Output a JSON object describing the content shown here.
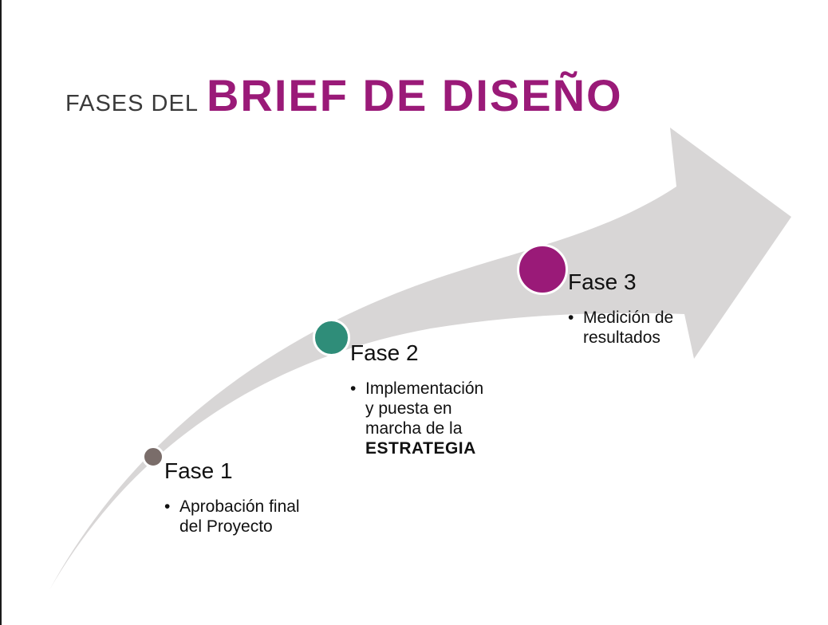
{
  "title": {
    "small": "FASES DEL",
    "big": "BRIEF DE DISEÑO"
  },
  "colors": {
    "arrow": "#d8d6d6",
    "accent": "#9a1a78",
    "title_small": "#3a3a3a",
    "phase1_dot": "#7a6d6a",
    "phase2_dot": "#2f8d79",
    "phase3_dot": "#9a1a78"
  },
  "phases": [
    {
      "title": "Fase 1",
      "bullet": "•",
      "lines": [
        "Aprobación final",
        "del Proyecto"
      ]
    },
    {
      "title": "Fase 2",
      "bullet": "•",
      "lines": [
        "Implementación",
        "y puesta en",
        "marcha de la"
      ],
      "emphasis": "ESTRATEGIA"
    },
    {
      "title": "Fase 3",
      "bullet": "•",
      "lines": [
        "Medición de",
        "resultados"
      ]
    }
  ]
}
